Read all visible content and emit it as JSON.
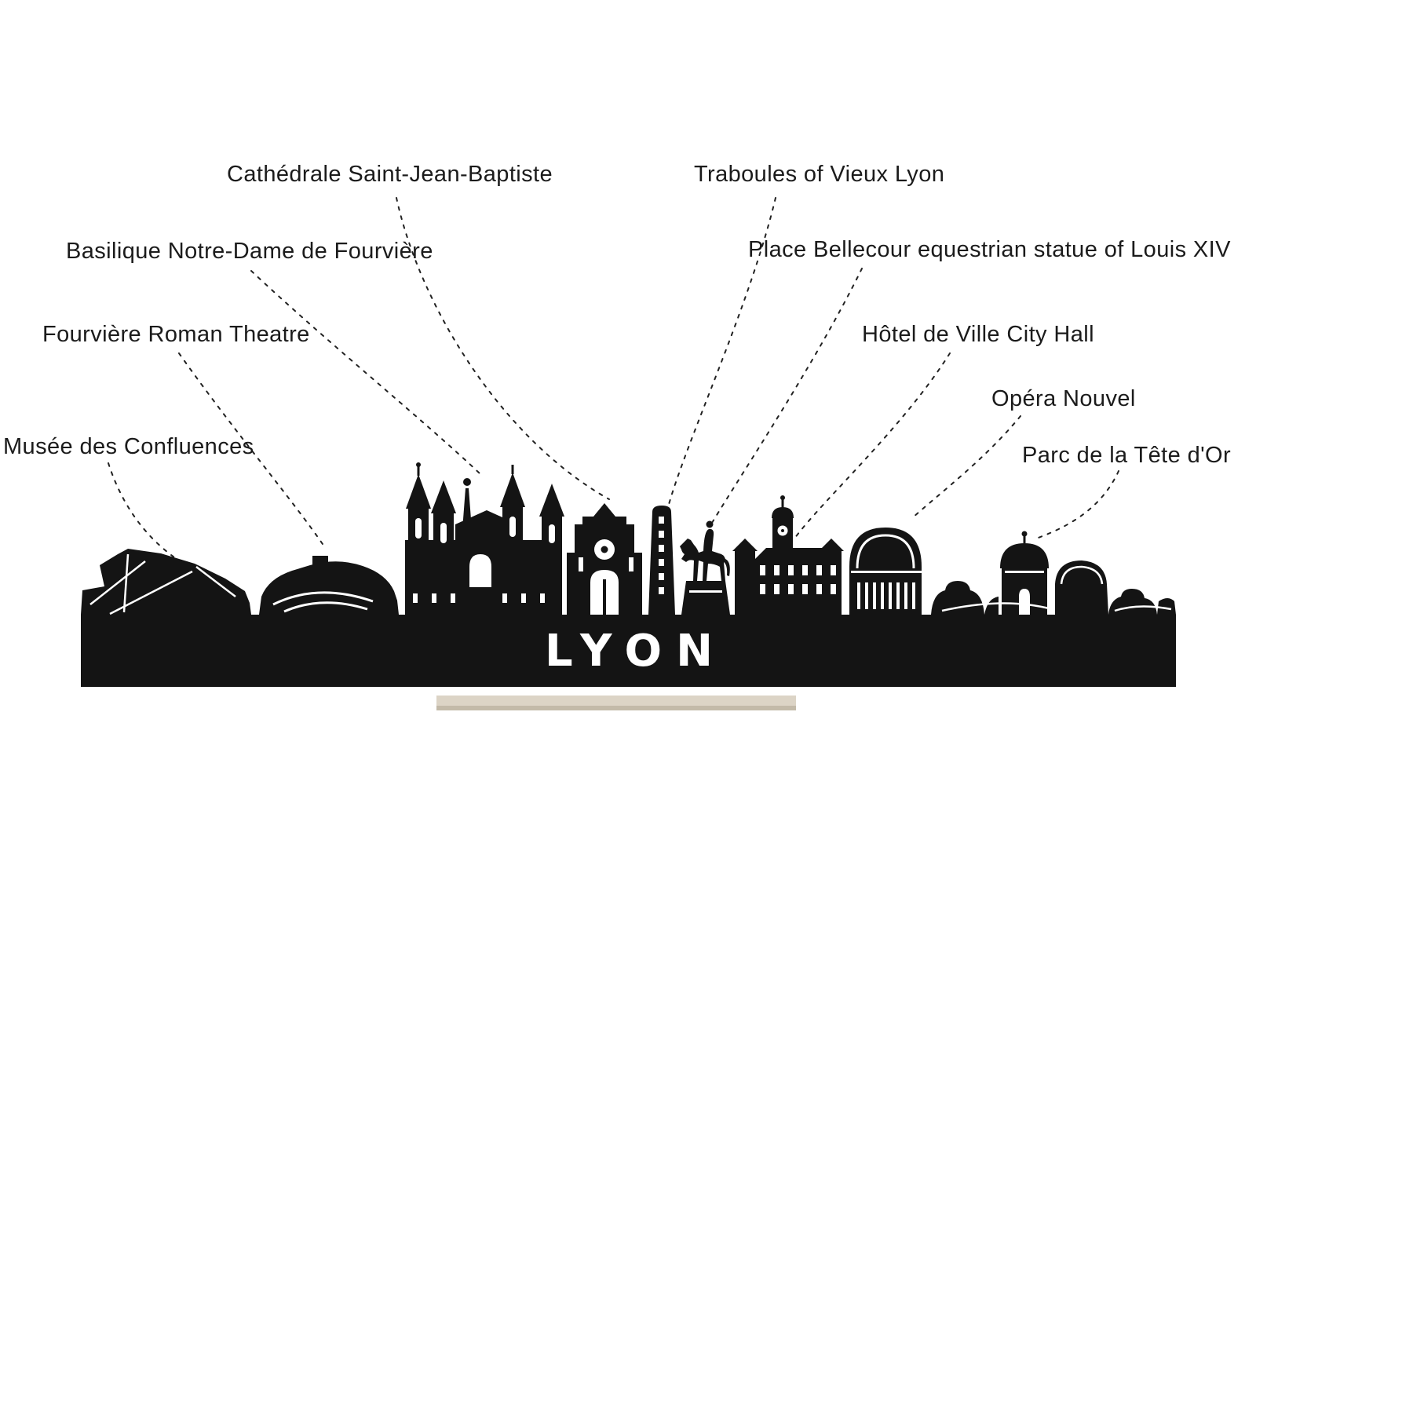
{
  "figure": {
    "title": "Annotated Lyon skyline silhouette",
    "background_color": "#ffffff"
  },
  "skyline": {
    "city_name": "LYON",
    "silhouette_color": "#141414",
    "cutout_color": "#ffffff",
    "stand_color": "#dcd4c6",
    "stand_shadow_color": "#c3baa9",
    "label_text_color": "#1b1b1b"
  },
  "labels": [
    {
      "id": "cathedrale",
      "text": "Cathédrale Saint-Jean-Baptiste"
    },
    {
      "id": "traboules",
      "text": "Traboules of Vieux Lyon"
    },
    {
      "id": "basilique",
      "text": "Basilique Notre-Dame de Fourvière"
    },
    {
      "id": "bellecour",
      "text": "Place Bellecour equestrian statue of Louis XIV"
    },
    {
      "id": "roman-theatre",
      "text": "Fourvière Roman Theatre"
    },
    {
      "id": "hotel-de-ville",
      "text": "Hôtel de Ville City Hall"
    },
    {
      "id": "opera",
      "text": "Opéra Nouvel"
    },
    {
      "id": "musee-confluences",
      "text": "Musée des Confluences"
    },
    {
      "id": "parc-tete-dor",
      "text": "Parc de la Tête d'Or"
    }
  ]
}
